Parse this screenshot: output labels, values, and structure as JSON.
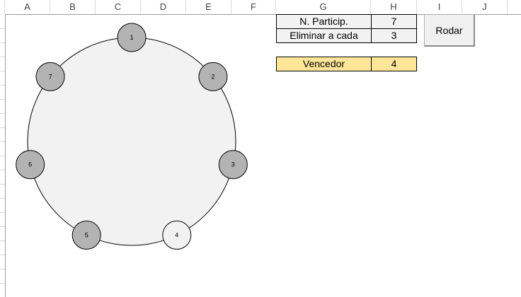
{
  "columns": [
    "A",
    "B",
    "C",
    "D",
    "E",
    "F",
    "G",
    "H",
    "I",
    "J"
  ],
  "table": {
    "participants_label": "N. Particip.",
    "participants_value": "7",
    "eliminate_label": "Eliminar a cada",
    "eliminate_value": "3",
    "winner_label": "Vencedor",
    "winner_value": "4"
  },
  "button": {
    "label": "Rodar"
  },
  "circle": {
    "nodes": [
      {
        "label": "1",
        "eliminated": true
      },
      {
        "label": "2",
        "eliminated": true
      },
      {
        "label": "3",
        "eliminated": true
      },
      {
        "label": "4",
        "eliminated": false
      },
      {
        "label": "5",
        "eliminated": true
      },
      {
        "label": "6",
        "eliminated": true
      },
      {
        "label": "7",
        "eliminated": true
      }
    ],
    "colors": {
      "eliminated": "#b3b3b3",
      "alive": "#f2f2f2",
      "board": "#f2f2f2"
    }
  }
}
